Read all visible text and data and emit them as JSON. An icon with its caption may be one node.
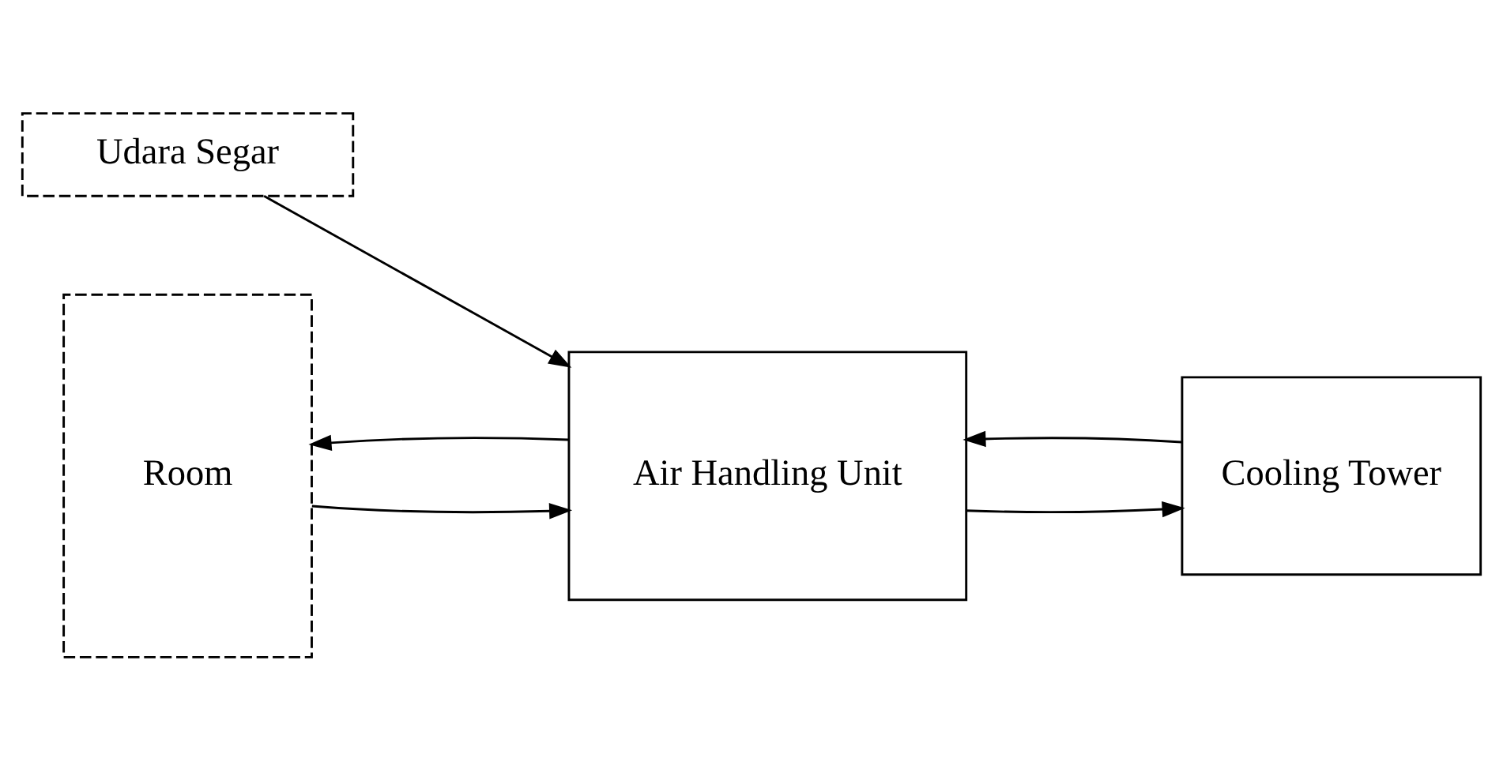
{
  "diagram": {
    "nodes": [
      {
        "text": [
          "Udara Segar"
        ]
      },
      {
        "text": [
          "Room"
        ]
      },
      {
        "text": [
          "Air Handling Unit"
        ]
      },
      {
        "text": [
          "Cooling Tower"
        ]
      }
    ],
    "edges": [
      {
        "from": 0,
        "to": 2,
        "arrow": "to"
      },
      {
        "from": 1,
        "to": 2,
        "arrow": "to"
      },
      {
        "from": 2,
        "to": 1,
        "arrow": "to"
      },
      {
        "from": 2,
        "to": 3,
        "arrow": "to"
      },
      {
        "from": 3,
        "to": 2,
        "arrow": "to"
      }
    ]
  }
}
